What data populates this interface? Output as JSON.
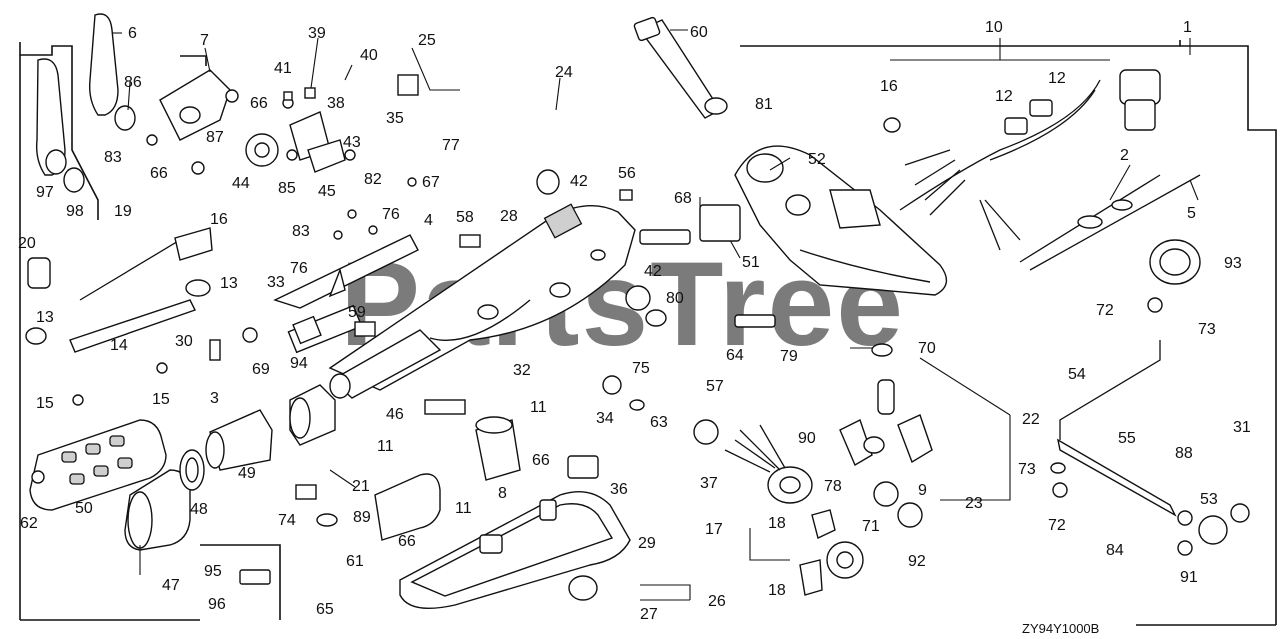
{
  "diagram_code": "ZY94Y1000B",
  "watermark": "PartsTree",
  "part_labels": [
    "1",
    "2",
    "3",
    "4",
    "5",
    "6",
    "7",
    "8",
    "9",
    "10",
    "11",
    "12",
    "13",
    "14",
    "15",
    "16",
    "17",
    "18",
    "19",
    "20",
    "21",
    "22",
    "23",
    "24",
    "25",
    "26",
    "27",
    "28",
    "29",
    "30",
    "31",
    "32",
    "33",
    "34",
    "35",
    "36",
    "37",
    "38",
    "39",
    "40",
    "41",
    "42",
    "43",
    "44",
    "45",
    "46",
    "47",
    "48",
    "49",
    "50",
    "51",
    "52",
    "53",
    "54",
    "55",
    "56",
    "57",
    "58",
    "59",
    "60",
    "61",
    "62",
    "63",
    "64",
    "65",
    "66",
    "67",
    "68",
    "69",
    "70",
    "71",
    "72",
    "73",
    "74",
    "75",
    "76",
    "77",
    "78",
    "79",
    "80",
    "81",
    "82",
    "83",
    "84",
    "85",
    "86",
    "87",
    "88",
    "89",
    "90",
    "91",
    "92",
    "93",
    "94",
    "95",
    "96",
    "97",
    "98"
  ]
}
